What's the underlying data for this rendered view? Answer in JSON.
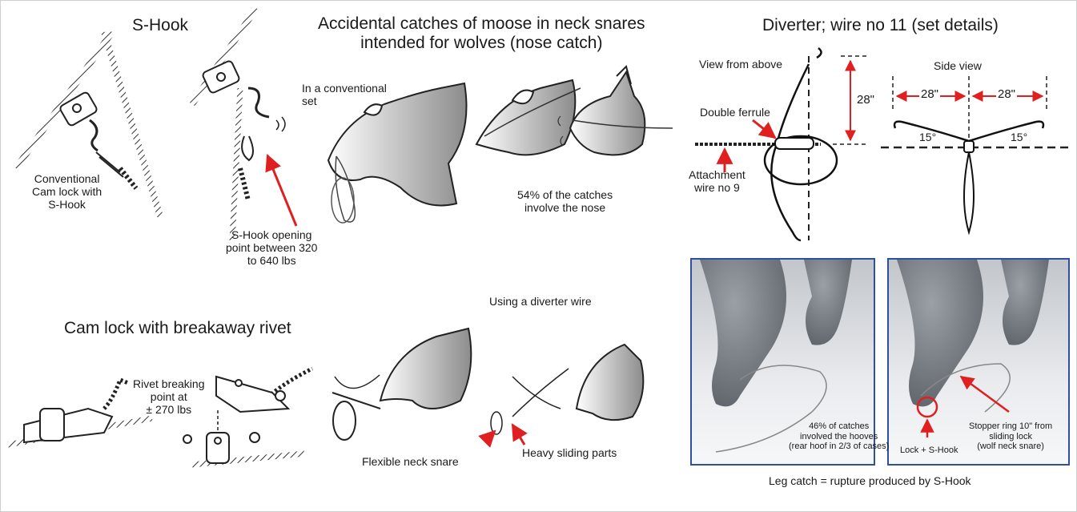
{
  "titles": {
    "s_hook": "S-Hook",
    "accidental": "Accidental catches of moose in neck snares\nintended for wolves (nose catch)",
    "diverter": "Diverter; wire no 11 (set details)",
    "cam_lock": "Cam lock with breakaway rivet"
  },
  "labels": {
    "conventional_cam": "Conventional\nCam lock with\nS-Hook",
    "s_hook_opening": "S-Hook opening\npoint between 320\nto 640 lbs",
    "conventional_set": "In a conventional\nset",
    "nose_pct": "54% of the catches\ninvolve the nose",
    "view_above": "View from above",
    "double_ferrule": "Double ferrule",
    "attachment_wire": "Attachment\nwire no 9",
    "side_view": "Side view",
    "dim_28_vertical": "28\"",
    "dim_28_left": "28\"",
    "dim_28_right": "28\"",
    "angle_left": "15°",
    "angle_right": "15°",
    "using_diverter": "Using a diverter wire",
    "rivet_breaking": "Rivet breaking\npoint at\n± 270 lbs",
    "flexible_snare": "Flexible neck snare",
    "heavy_sliding": "Heavy sliding parts",
    "hooves_pct": "46% of catches\ninvolved the hooves\n(rear hoof in 2/3 of cases)",
    "lock_shook": "Lock + S-Hook",
    "stopper_ring": "Stopper ring 10\" from\nsliding lock\n(wolf neck snare)",
    "leg_catch": "Leg catch = rupture produced by S-Hook"
  },
  "colors": {
    "arrow": "#e02020",
    "photo_border": "#2f4fa0",
    "shade": "#9a9a9a"
  }
}
